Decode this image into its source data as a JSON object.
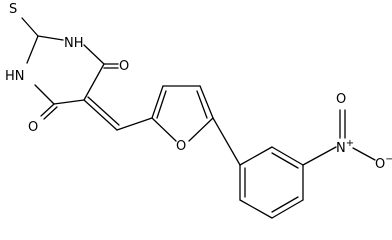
{
  "atoms": {
    "thione_s": "S",
    "nh_top": "NH",
    "hn_left": "HN",
    "o_right": "O",
    "o_bottom": "O",
    "furan_o": "O",
    "nitro_n": "N",
    "nitro_n_charge": "+",
    "nitro_o_top": "O",
    "nitro_o_right": "O",
    "nitro_o_charge": "−"
  },
  "colors": {
    "bond": "#000000",
    "label": "#000000",
    "background": "#ffffff"
  }
}
